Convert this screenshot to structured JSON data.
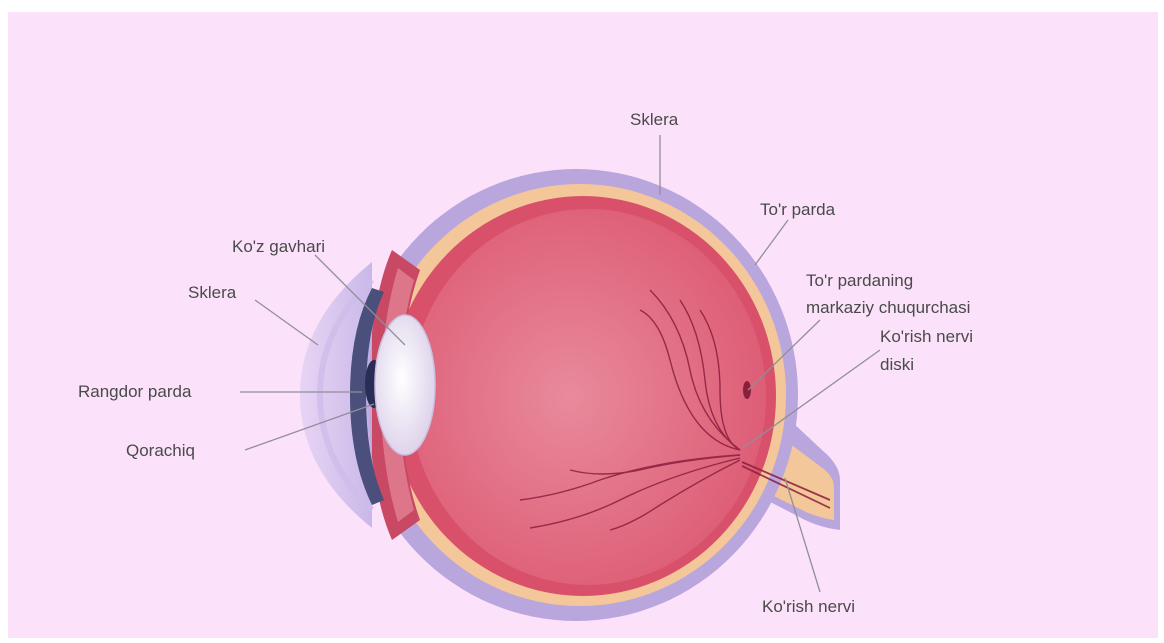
{
  "diagram": {
    "labels": {
      "sklera_top": "Sklera",
      "tor_parda": "To'r parda",
      "koz_gavhari": "Ko'z gavhari",
      "sklera_left": "Sklera",
      "tor_pardaning_line1": "To'r pardaning",
      "tor_pardaning_line2": "markaziy chuqurchasi",
      "korish_nervi_diski_line1": "Ko'rish nervi",
      "korish_nervi_diski_line2": "diski",
      "rangdor_parda": "Rangdor parda",
      "qorachiq": "Qorachiq",
      "korish_nervi": "Ko'rish nervi"
    },
    "colors": {
      "background": "#fbe2fa",
      "sclera": "#b9a6dd",
      "choroid": "#f4c79a",
      "retina": "#d9506a",
      "vitreous": "#e26a80",
      "lens": "#f1eaf7",
      "iris": "#4a4f7c",
      "pupil": "#2a2d55",
      "vessels": "#8a1e3c",
      "leader_lines": "#8f8f9a",
      "label_text": "#4a4a4a"
    }
  }
}
